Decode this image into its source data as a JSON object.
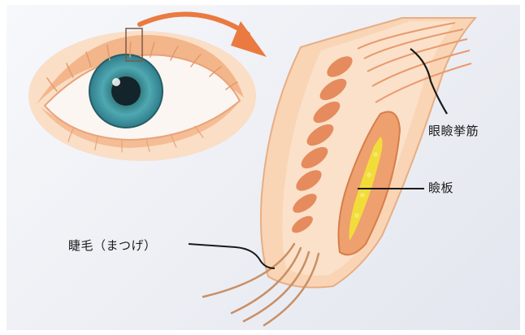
{
  "labels": {
    "levator": "眼瞼挙筋",
    "tarsal_plate": "瞼板",
    "eyelash": "睫毛（まつげ）"
  },
  "colors": {
    "background": "#eceef4",
    "skin": "#f7caa0",
    "muscle": "#e58b5e",
    "iris": "#3d9aa8",
    "tarsal_yellow": "#f2dc3a",
    "arrow": "#ea7a40"
  }
}
